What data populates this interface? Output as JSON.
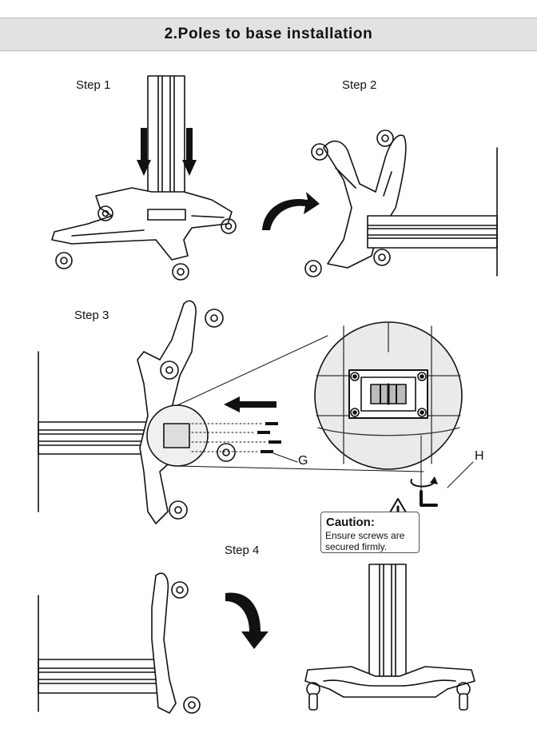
{
  "header": {
    "title": "2.Poles to base installation"
  },
  "steps": [
    {
      "label": "Step 1"
    },
    {
      "label": "Step 2"
    },
    {
      "label": "Step 3"
    },
    {
      "label": "Step 4"
    }
  ],
  "parts": {
    "screw_label": "G",
    "wrench_label": "H"
  },
  "caution": {
    "title": "Caution:",
    "line1": "Ensure screws are",
    "line2": "secured firmly."
  },
  "icons": [
    "warning-icon",
    "rotate-arrow-icon",
    "arrow-down-icon",
    "arrow-right-curved-icon",
    "arrow-left-icon"
  ]
}
